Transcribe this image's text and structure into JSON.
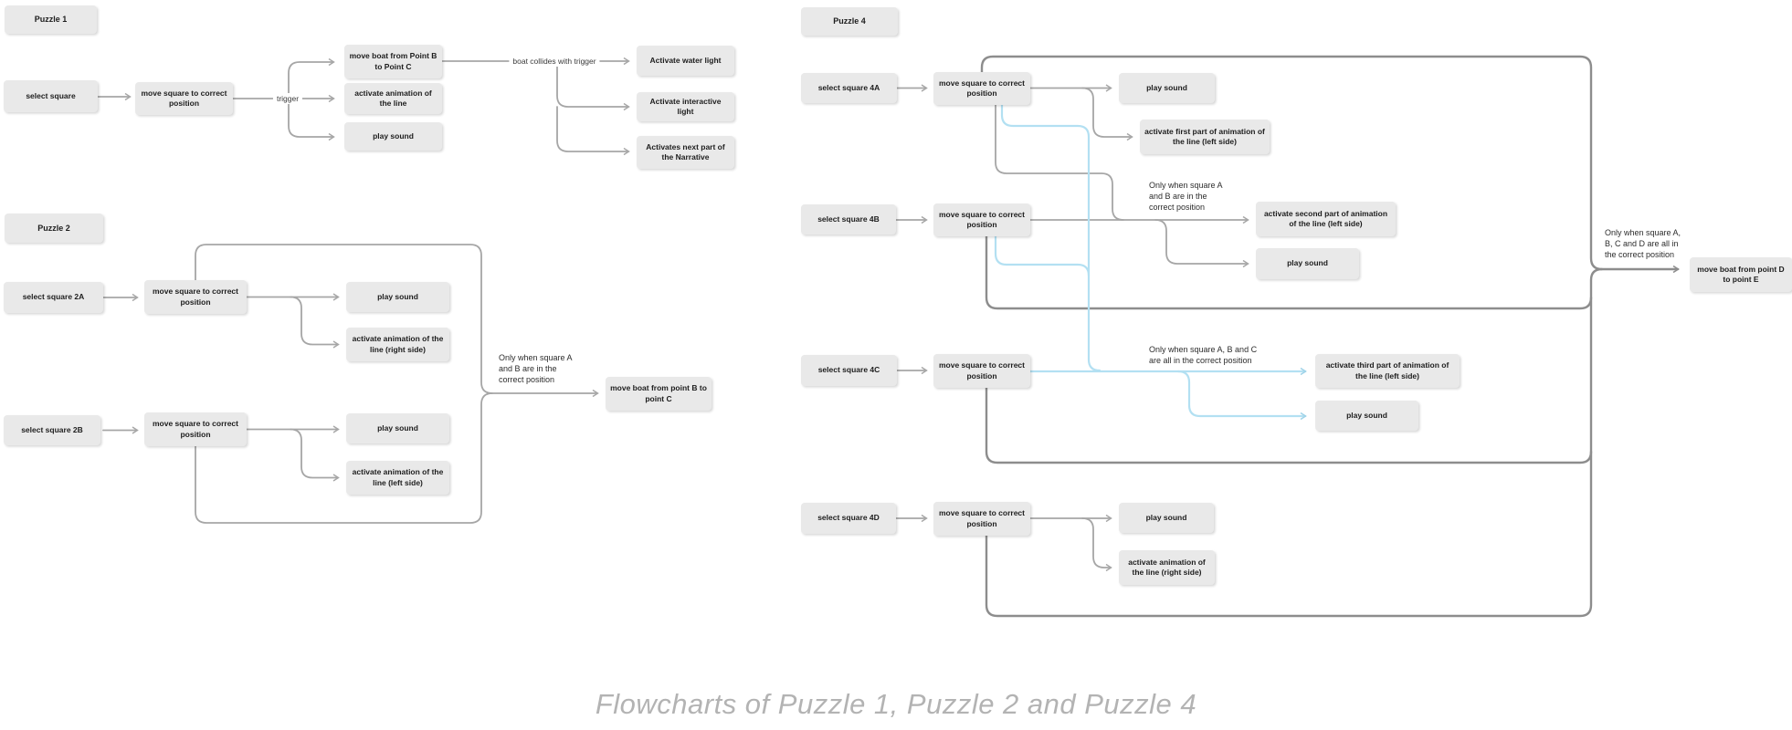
{
  "caption": "Flowcharts of Puzzle 1, Puzzle 2 and Puzzle 4",
  "colors": {
    "node_fill": "#e9e9e9",
    "edge_gray": "#a6a6a6",
    "loop_gray": "#8d8d8d",
    "edge_blue": "#b3e0f2",
    "caption_gray": "#b3b3b3"
  },
  "puzzle1": {
    "title": "Puzzle 1",
    "select": "select square",
    "move": "move square to correct position",
    "edge_trigger": "trigger",
    "out_boat": "move boat from Point B to Point C",
    "out_anim": "activate animation of the line",
    "out_sound": "play sound",
    "edge_collide": "boat collides with trigger",
    "water_light": "Activate water light",
    "interactive_light": "Activate interactive light",
    "narrative": "Activates next part of the Narrative"
  },
  "puzzle2": {
    "title": "Puzzle 2",
    "select_a": "select square 2A",
    "move_a": "move square to correct position",
    "a_sound": "play sound",
    "a_anim": "activate animation of the line (right side)",
    "select_b": "select square 2B",
    "move_b": "move square to correct position",
    "b_sound": "play sound",
    "b_anim": "activate animation of the line (left side)",
    "cond_ab": "Only when square A\nand B are in the\ncorrect position",
    "boat": "move boat from point B to point C"
  },
  "puzzle4": {
    "title": "Puzzle 4",
    "select_a": "select square 4A",
    "move_a": "move square to correct position",
    "a_sound": "play sound",
    "a_anim": "activate first part of animation of the line (left side)",
    "select_b": "select square 4B",
    "move_b": "move square to correct position",
    "cond_ab": "Only when square A\nand B are in the\ncorrect position",
    "b_anim": "activate second part of animation of the line (left side)",
    "b_sound": "play sound",
    "select_c": "select square 4C",
    "move_c": "move square to correct position",
    "cond_abc": "Only when square A, B and C\nare all in the correct position",
    "c_anim": "activate third part of animation of the line (left side)",
    "c_sound": "play sound",
    "select_d": "select square 4D",
    "move_d": "move square to correct position",
    "d_sound": "play sound",
    "d_anim": "activate animation of the line (right side)",
    "cond_abcd": "Only when square A,\nB, C and D are all in\nthe correct position",
    "boat": "move boat from point D to point E"
  }
}
